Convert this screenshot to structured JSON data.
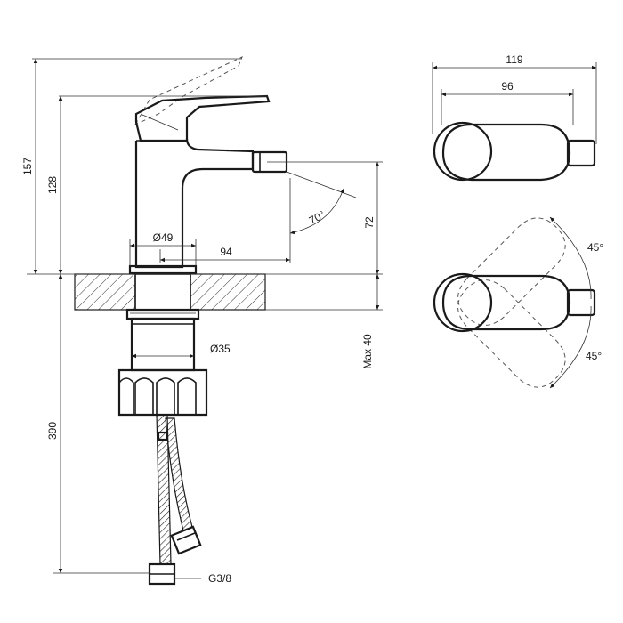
{
  "dimensions": {
    "overall_height": "157",
    "spout_height": "128",
    "spout_center_height": "72",
    "base_diameter": "Ø49",
    "spout_reach": "94",
    "nozzle_angle": "70°",
    "shank_diameter": "Ø35",
    "max_countertop": "Max 40",
    "hose_length": "390",
    "hose_thread": "G3/8",
    "top_total_width": "119",
    "top_body_width": "96",
    "rotation_angle_upper": "45°",
    "rotation_angle_lower": "45°"
  },
  "colors": {
    "line": "#1a1a1a",
    "hatch": "#333333",
    "background": "#ffffff"
  }
}
